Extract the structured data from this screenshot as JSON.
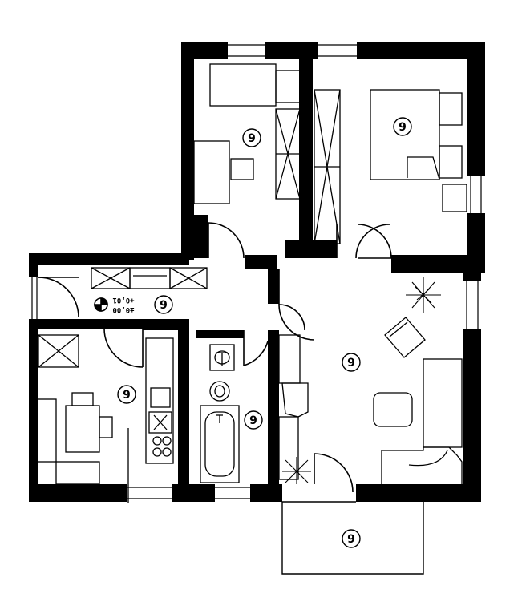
{
  "plan": {
    "room_marker": "9",
    "level_label_top": "±0,00",
    "level_label_bottom": "+0,01",
    "rooms": [
      {
        "id": "bedroom-1",
        "label": "9"
      },
      {
        "id": "bedroom-2",
        "label": "9"
      },
      {
        "id": "hallway",
        "label": "9"
      },
      {
        "id": "kitchen-dining",
        "label": "9"
      },
      {
        "id": "bathroom",
        "label": "9"
      },
      {
        "id": "living-room",
        "label": "9"
      },
      {
        "id": "balcony",
        "label": "9"
      }
    ],
    "colors": {
      "wall": "#000000",
      "line": "#000000",
      "background": "#ffffff"
    }
  }
}
